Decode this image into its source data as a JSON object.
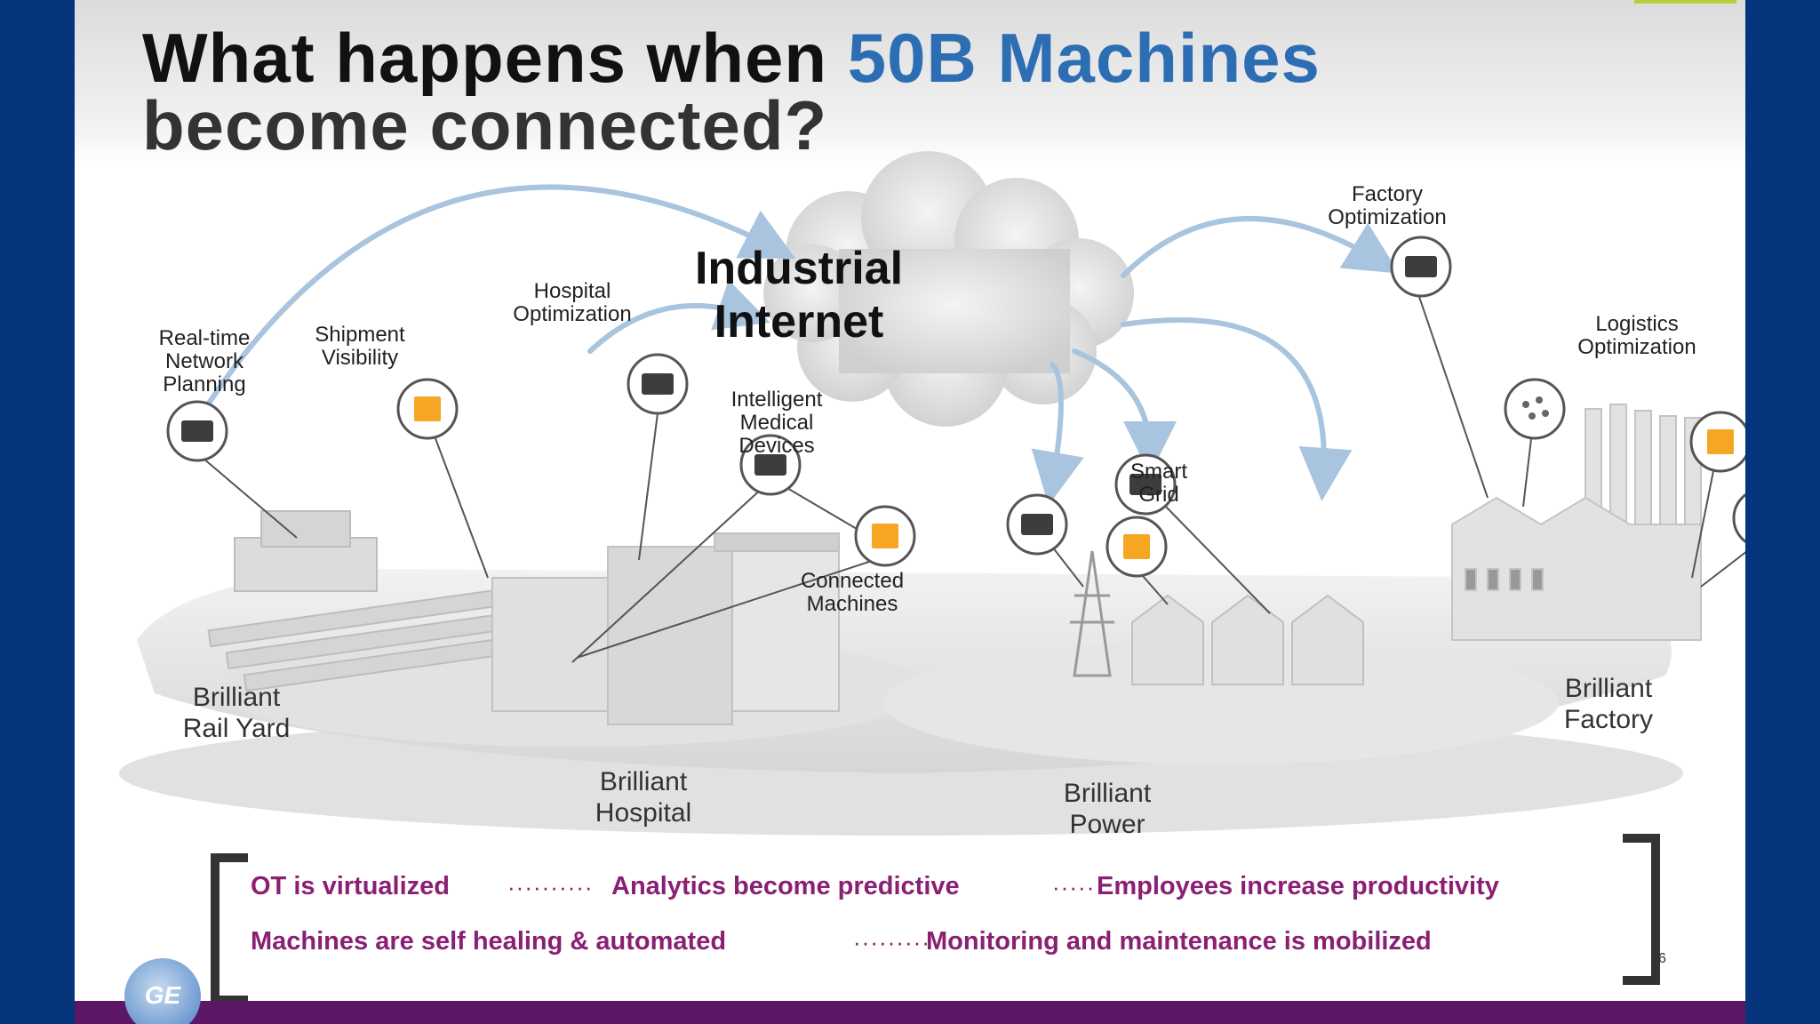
{
  "title": {
    "line1_part1": "What happens when ",
    "line1_highlight": "50B Machines",
    "line2": "become connected?"
  },
  "cloud": {
    "line1": "Industrial",
    "line2": "Internet"
  },
  "nodes": {
    "realtime": [
      "Real-time",
      "Network",
      "Planning"
    ],
    "shipment": [
      "Shipment",
      "Visibility"
    ],
    "hospital_opt": [
      "Hospital",
      "Optimization"
    ],
    "medical": [
      "Intelligent",
      "Medical",
      "Devices"
    ],
    "connected": [
      "Connected",
      "Machines"
    ],
    "smart_grid": [
      "Smart",
      "Grid"
    ],
    "factory_opt": [
      "Factory",
      "Optimization"
    ],
    "logistics": [
      "Logistics",
      "Optimization"
    ]
  },
  "areas": {
    "rail": [
      "Brilliant",
      "Rail Yard"
    ],
    "hospital": [
      "Brilliant",
      "Hospital"
    ],
    "power": [
      "Brilliant",
      "Power"
    ],
    "factory": [
      "Brilliant",
      "Factory"
    ]
  },
  "bullets": {
    "b1": "OT is virtualized",
    "b2": "Analytics become predictive",
    "b3": "Employees increase productivity",
    "b4": "Machines are self healing & automated",
    "b5": "Monitoring and maintenance is mobilized",
    "dots1": "··········",
    "dots2": "·····",
    "dots3": "·········"
  },
  "page_number": "6",
  "logo_text": "GE",
  "colors": {
    "title_highlight": "#2c6db3",
    "bullet_text": "#8a1f73",
    "footer": "#5c1766",
    "background": "#0a3f8f"
  }
}
